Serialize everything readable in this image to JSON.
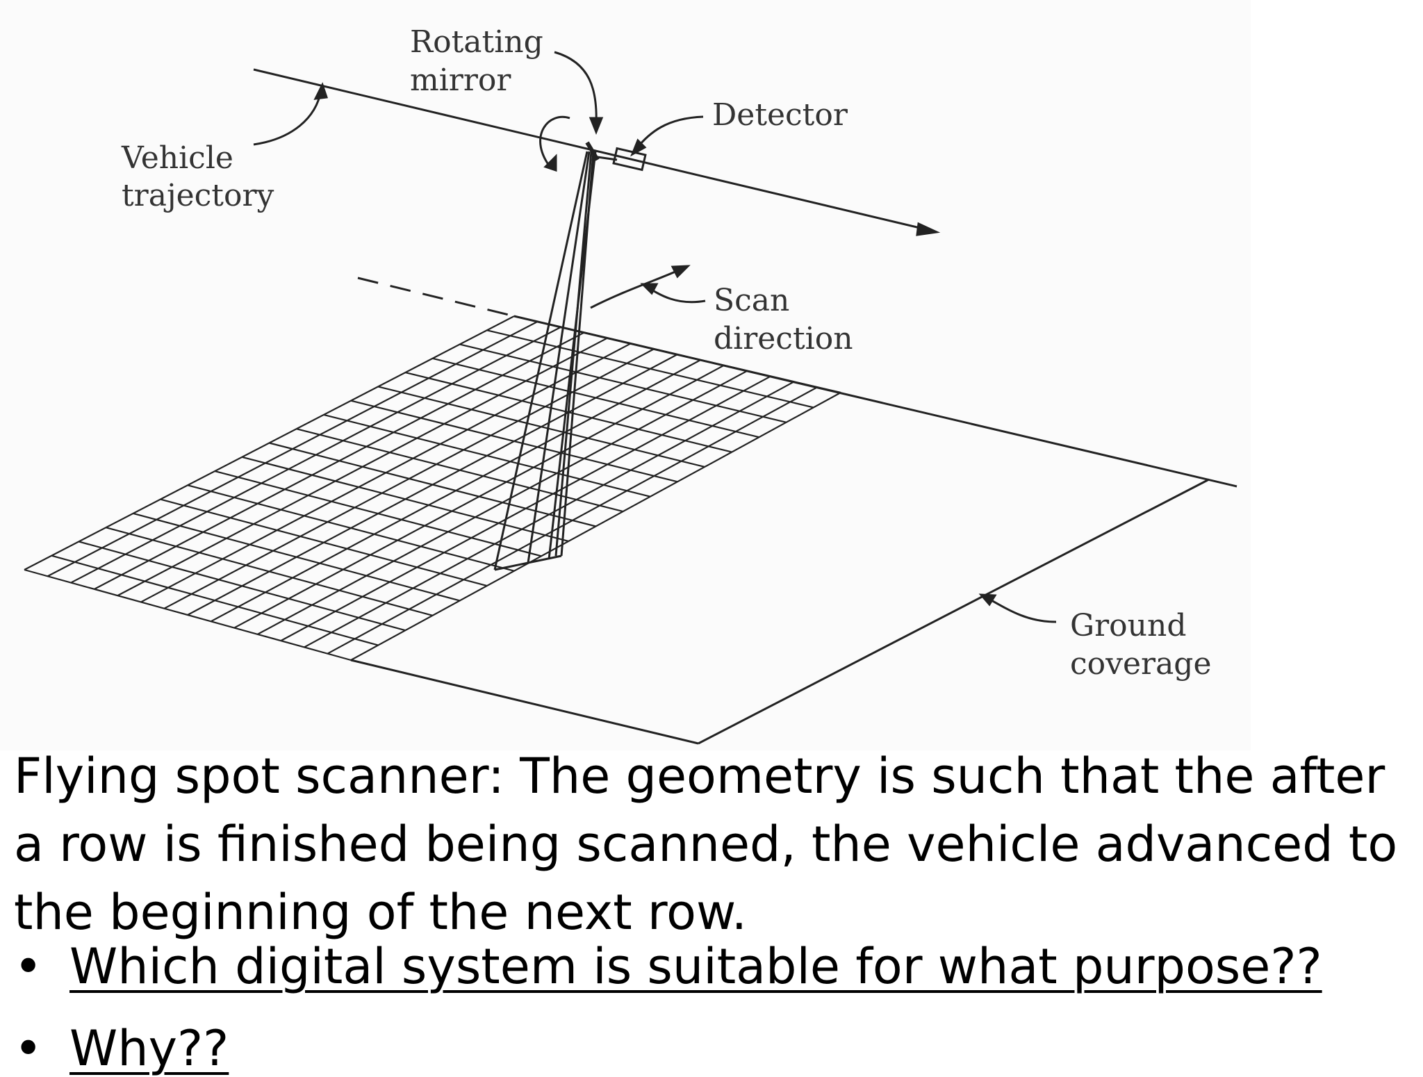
{
  "diagram": {
    "labels": {
      "rotating_mirror": [
        "Rotating",
        "mirror"
      ],
      "vehicle_trajectory": [
        "Vehicle",
        "trajectory"
      ],
      "detector": "Detector",
      "scan_direction": [
        "Scan",
        "direction"
      ],
      "ground_coverage": [
        "Ground",
        "coverage"
      ]
    }
  },
  "caption": {
    "text": "Flying spot scanner: The geometry is such that the after a row is finished being scanned, the vehicle advanced to the beginning of the next row."
  },
  "bullets": [
    {
      "symbol": "•",
      "text": "Which digital system is suitable for what purpose??"
    },
    {
      "symbol": "•",
      "text": "Why??"
    }
  ]
}
